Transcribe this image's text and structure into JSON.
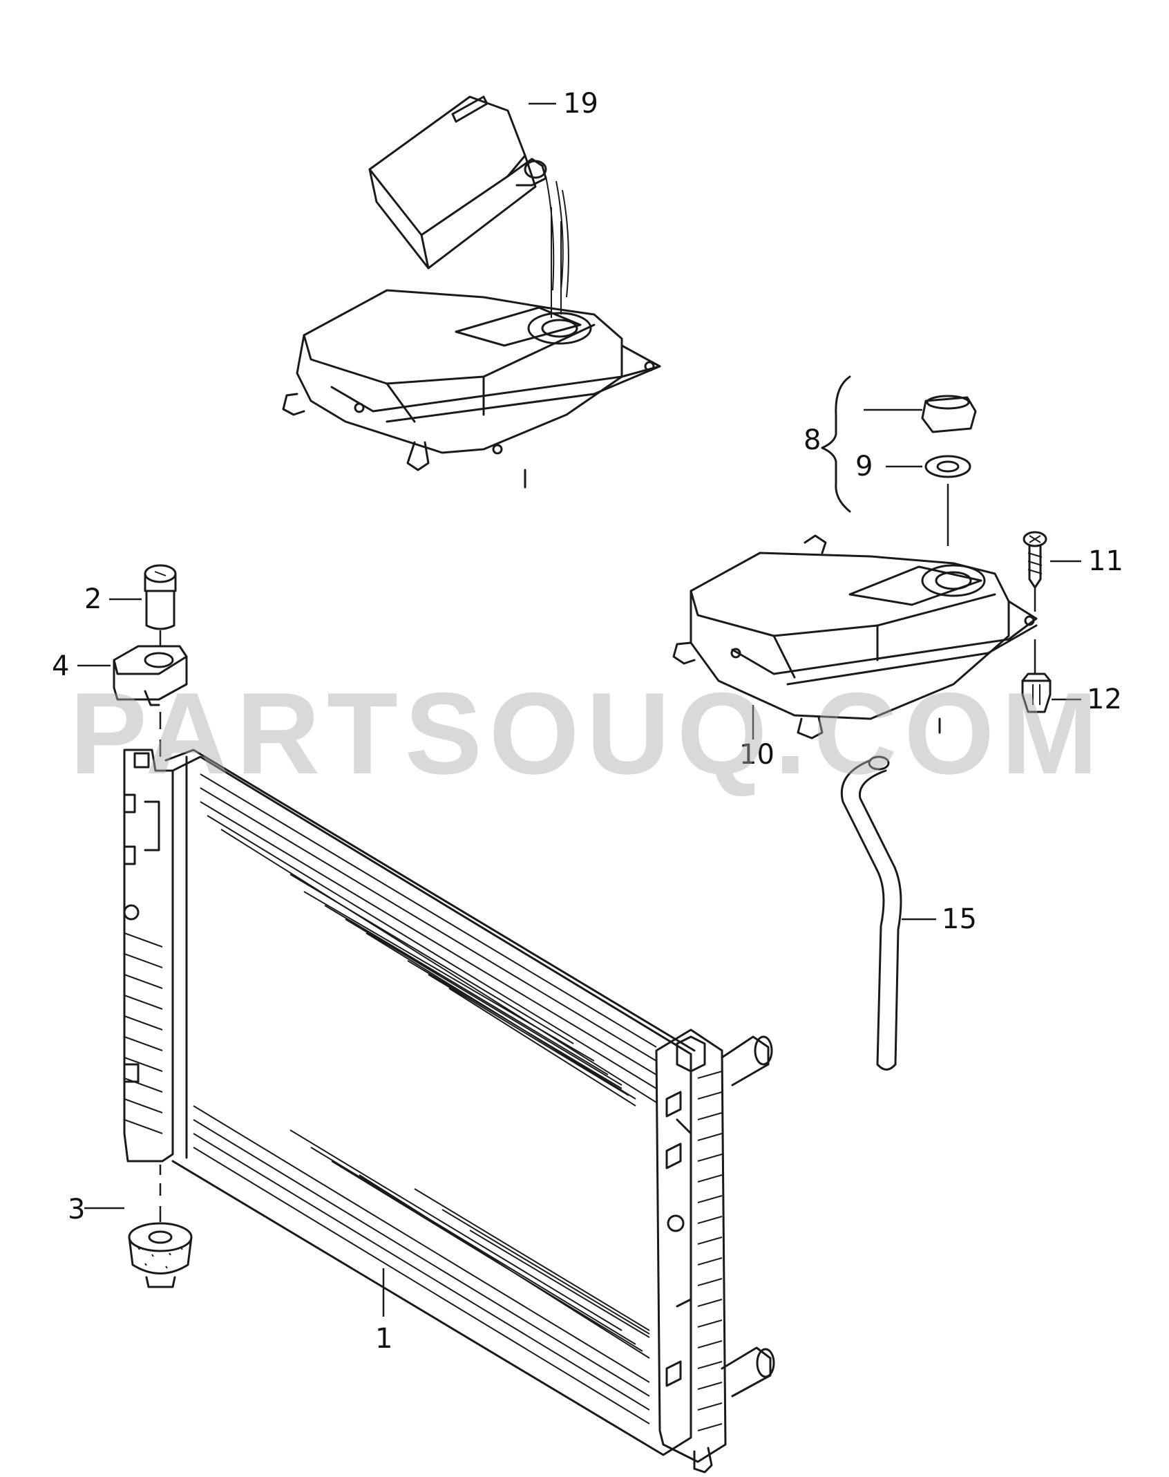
{
  "callouts": {
    "c1": "1",
    "c2": "2",
    "c3": "3",
    "c4": "4",
    "c8": "8",
    "c9": "9",
    "c10": "10",
    "c11": "11",
    "c12": "12",
    "c15": "15",
    "c19": "19"
  },
  "watermark": "PARTSOUQ.COM",
  "colors": {
    "ink": "#1a1a1a",
    "watermark": "#aaaaaa",
    "background": "#ffffff"
  }
}
